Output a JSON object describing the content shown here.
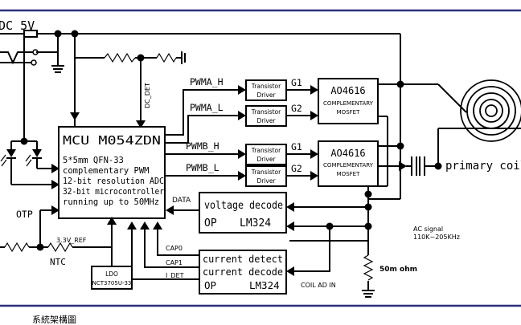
{
  "labels": {
    "dc_input": "DC 5V",
    "dc_det": "DC_DET",
    "pwma_h": "PWMA_H",
    "pwma_l": "PWMA_L",
    "pwmb_h": "PWMB_H",
    "pwmb_l": "PWMB_L",
    "g1_a": "G1",
    "g2_a": "G2",
    "g1_b": "G1",
    "g2_b": "G2",
    "data": "DATA",
    "otp": "OTP",
    "ref_3v3": "3.3V_REF",
    "ntc": "NTC",
    "cap0": "CAP0",
    "cap1": "CAP1",
    "i_det": "I_DET",
    "coil_ad_in": "COIL AD IN",
    "shunt": "50m ohm",
    "ac_signal_1": "AC signal",
    "ac_signal_2": "110K~205KHz",
    "primary_coil": "primary coil"
  },
  "mcu": {
    "title": "MCU M054ZDN",
    "line1": "5*5mm QFN-33",
    "line2": "complementary PWM",
    "line3": "12-bit resolution ADC",
    "line4": "32-bit microcontroller",
    "line5": "running up to 50MHz"
  },
  "drivers": {
    "line1": "Transistor",
    "line2": "Driver"
  },
  "mosfet": {
    "part": "AO4616",
    "line1": "COMPLEMENTARY",
    "line2": "MOSFET"
  },
  "voltage_decode": {
    "title": "voltage decode",
    "op": "OP",
    "chip": "LM324"
  },
  "current_block": {
    "line1": "current detect",
    "line2": "current decode",
    "op": "OP",
    "chip": "LM324"
  },
  "ldo": {
    "title": "LDO",
    "part": "NCT3705U-33"
  },
  "footer": {
    "text": "系統架構圖"
  }
}
